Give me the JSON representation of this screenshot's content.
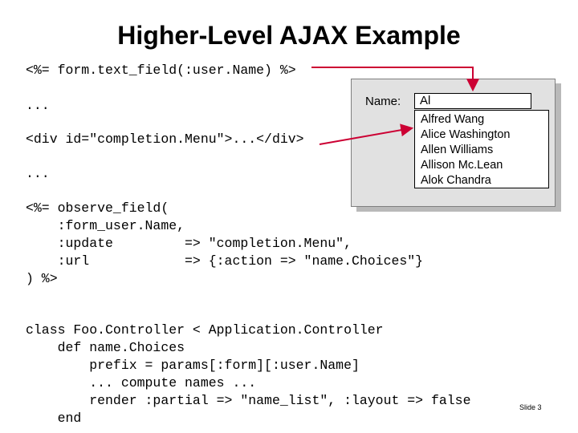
{
  "title": "Higher-Level AJAX Example",
  "view_code": {
    "line1": "<%= form.text_field(:user.Name) %>",
    "line2": "...",
    "line3": "<div id=\"completion.Menu\">...</div>",
    "line4": "...",
    "observe": [
      "<%= observe_field(",
      "    :form_user.Name,",
      "    :update         => \"completion.Menu\",",
      "    :url            => {:action => \"name.Choices\"}",
      ") %>"
    ]
  },
  "controller_code": [
    "class Foo.Controller < Application.Controller",
    "    def name.Choices",
    "        prefix = params[:form][:user.Name]",
    "        ... compute names ...",
    "        render :partial => \"name_list\", :layout => false",
    "    end"
  ],
  "mockup": {
    "name_label": "Name:",
    "input_value": "Al",
    "completions": [
      "Alfred Wang",
      "Alice Washington",
      "Allen Williams",
      "Allison Mc.Lean",
      "Alok Chandra"
    ]
  },
  "slide_number": "Slide 3",
  "colors": {
    "arrow": "#cc0033"
  }
}
